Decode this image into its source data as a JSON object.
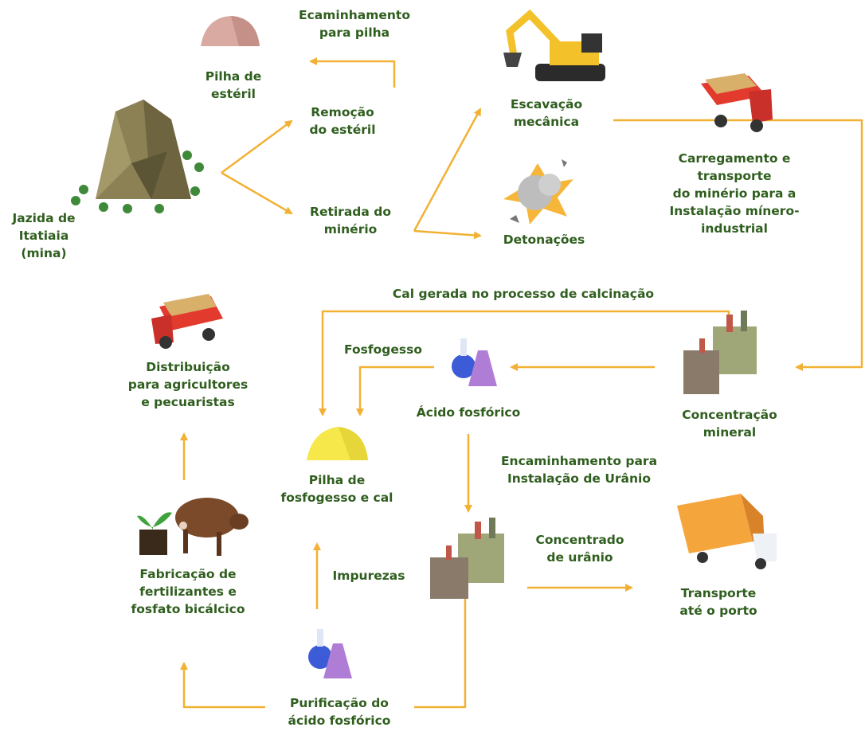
{
  "colors": {
    "arrow": "#f2b134",
    "text": "#2f5e1e"
  },
  "nodes": {
    "mine": "Jazida de\nItatiaia\n(mina)",
    "waste_pile": "Pilha de\nestéril",
    "waste_removal": "Remoção\ndo estéril",
    "ore_extraction": "Retirada do\nminério",
    "excavation": "Escavação\nmecânica",
    "detonation": "Detonações",
    "transport_load": "Carregamento e transporte\ndo minério para a\nInstalação mínero-industrial",
    "concentration": "Concentração mineral",
    "phosphoric_acid": "Ácido fosfórico",
    "phosphogypsum_pile": "Pilha de\nfosfogesso e cal",
    "distribution": "Distribuição\npara agricultores\ne pecuaristas",
    "fertilizer": "Fabricação de\nfertilizantes e\nfosfato bicálcico",
    "purification": "Purificação do\nácido fosfórico",
    "port_transport": "Transporte\naté o porto"
  },
  "edge_labels": {
    "to_pile": "Ecaminhamento\npara pilha",
    "lime": "Cal gerada no processo de calcinação",
    "phosphogypsum": "Fosfogesso",
    "to_uranium": "Encaminhamento para\nInstalação de Urânio",
    "uranium_concentrate": "Concentrado\nde urânio",
    "impurities": "Impurezas"
  },
  "icons": [
    "rocky-mountain-icon",
    "rock-pile-icon",
    "excavator-icon",
    "explosion-icon",
    "dump-truck-icon",
    "factory-icon",
    "flasks-icon",
    "yellow-pile-icon",
    "plant-pot-icon",
    "cow-icon",
    "cargo-truck-icon"
  ]
}
